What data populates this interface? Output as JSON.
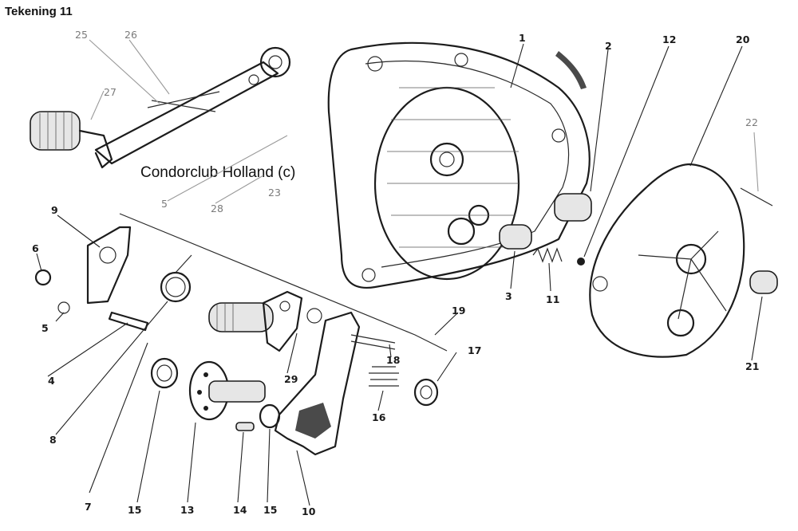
{
  "title": "Tekening 11",
  "watermark": "Condorclub Holland (c)",
  "callouts": [
    {
      "id": "1",
      "label": "1"
    },
    {
      "id": "2",
      "label": "2"
    },
    {
      "id": "3",
      "label": "3"
    },
    {
      "id": "4",
      "label": "4"
    },
    {
      "id": "5",
      "label": "5"
    },
    {
      "id": "5b",
      "label": "5"
    },
    {
      "id": "6",
      "label": "6"
    },
    {
      "id": "7",
      "label": "7"
    },
    {
      "id": "8",
      "label": "8"
    },
    {
      "id": "9",
      "label": "9"
    },
    {
      "id": "10",
      "label": "10"
    },
    {
      "id": "11",
      "label": "11"
    },
    {
      "id": "12",
      "label": "12"
    },
    {
      "id": "13",
      "label": "13"
    },
    {
      "id": "14",
      "label": "14"
    },
    {
      "id": "15",
      "label": "15"
    },
    {
      "id": "15b",
      "label": "15"
    },
    {
      "id": "16",
      "label": "16"
    },
    {
      "id": "17",
      "label": "17"
    },
    {
      "id": "18",
      "label": "18"
    },
    {
      "id": "19",
      "label": "19"
    },
    {
      "id": "20",
      "label": "20"
    },
    {
      "id": "21",
      "label": "21"
    },
    {
      "id": "22",
      "label": "22"
    },
    {
      "id": "23",
      "label": "23"
    },
    {
      "id": "25",
      "label": "25"
    },
    {
      "id": "26",
      "label": "26"
    },
    {
      "id": "27",
      "label": "27"
    },
    {
      "id": "28",
      "label": "28"
    },
    {
      "id": "29",
      "label": "29"
    }
  ]
}
